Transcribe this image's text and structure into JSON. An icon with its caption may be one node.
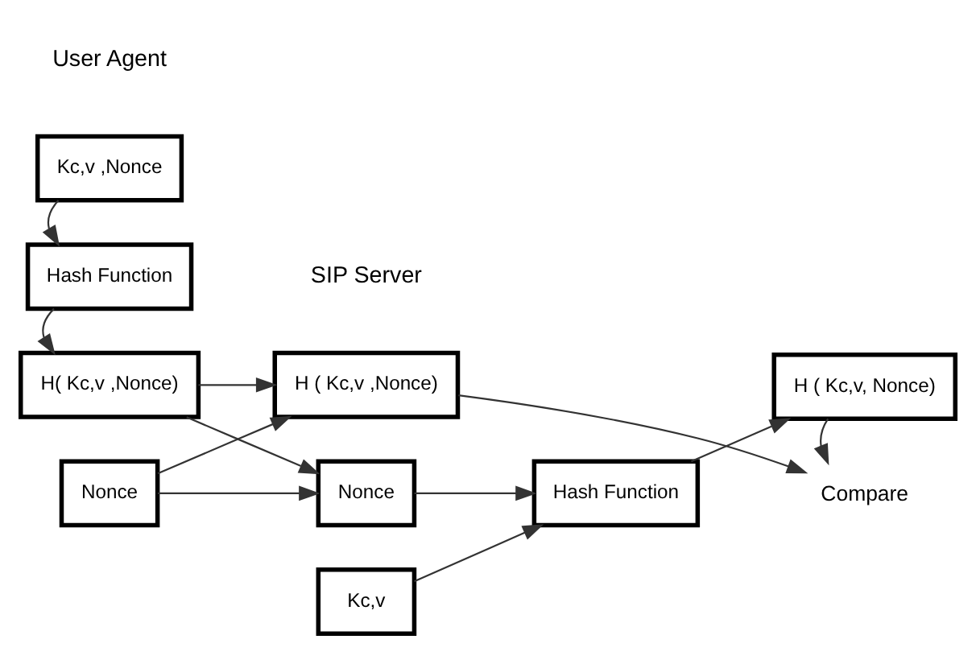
{
  "diagram": {
    "nodes": [
      {
        "text": [
          "Kc,v ,Nonce"
        ]
      },
      {
        "text": [
          "Hash Function"
        ]
      },
      {
        "text": [
          "H( Kc,v ,Nonce)"
        ]
      },
      {
        "text": [
          "Nonce"
        ]
      },
      {
        "text": [
          "H ( Kc,v ,Nonce)"
        ]
      },
      {
        "text": [
          "Nonce"
        ]
      },
      {
        "text": [
          "Kc,v"
        ]
      },
      {
        "text": [
          "Hash Function"
        ]
      },
      {
        "text": [
          "H ( Kc,v, Nonce)"
        ]
      },
      {
        "text": [
          "Compare"
        ]
      }
    ],
    "edges": [
      {
        "from": 0,
        "to": 1,
        "arrow": "to"
      },
      {
        "from": 1,
        "to": 2,
        "arrow": "to"
      },
      {
        "from": 2,
        "to": 4,
        "arrow": "to"
      },
      {
        "from": 2,
        "to": 5,
        "arrow": "to"
      },
      {
        "from": 3,
        "to": 4,
        "arrow": "to"
      },
      {
        "from": 3,
        "to": 5,
        "arrow": "to"
      },
      {
        "from": 5,
        "to": 7,
        "arrow": "to"
      },
      {
        "from": 6,
        "to": 7,
        "arrow": "to"
      },
      {
        "from": 7,
        "to": 8,
        "arrow": "to"
      },
      {
        "from": 8,
        "to": 9,
        "arrow": "to"
      },
      {
        "from": 4,
        "to": 9,
        "arrow": "to"
      }
    ],
    "labels": [
      "User Agent",
      "SIP Server"
    ]
  }
}
